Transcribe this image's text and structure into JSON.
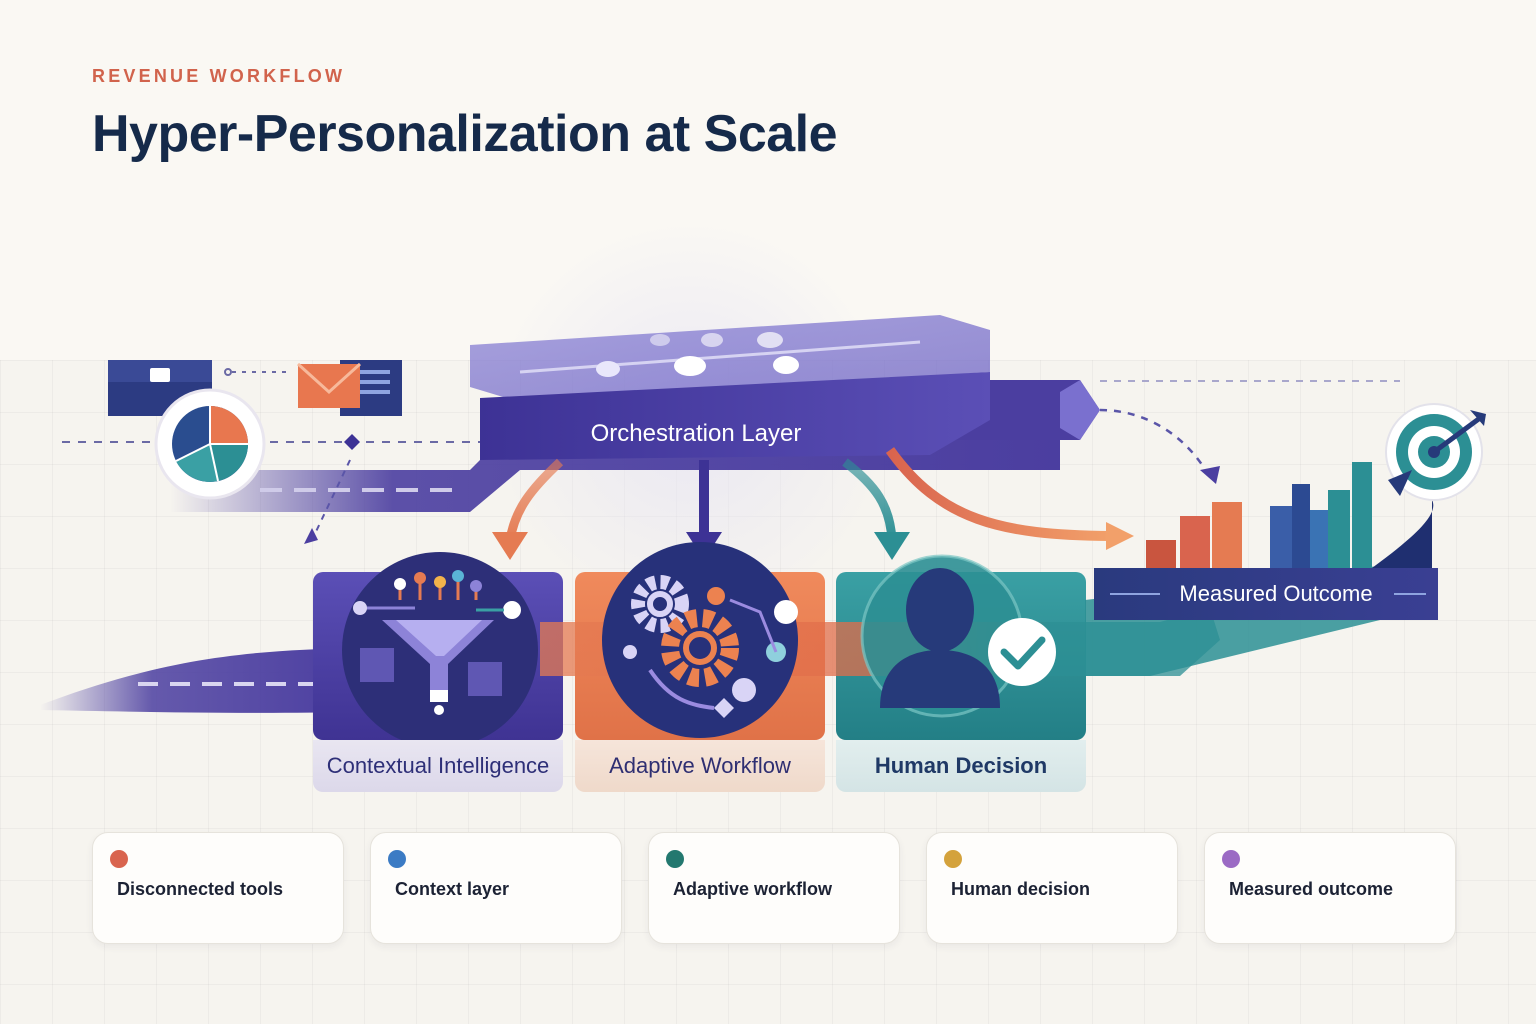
{
  "header": {
    "eyebrow": "REVENUE WORKFLOW",
    "title": "Hyper-Personalization at Scale"
  },
  "diagram": {
    "hub_label": "Orchestration Layer",
    "stages": [
      {
        "label": "Contextual Intelligence",
        "icon": "funnel-icon",
        "color": "#4b3ea0"
      },
      {
        "label": "Adaptive Workflow",
        "icon": "gears-icon",
        "color": "#e57b52"
      },
      {
        "label": "Human Decision",
        "icon": "person-check-icon",
        "color": "#2c8f94"
      }
    ],
    "outcome_label": "Measured Outcome",
    "outcome_icons": [
      "bar-chart-icon",
      "target-icon"
    ],
    "source_icons": [
      "briefcase-icon",
      "pie-chart-icon",
      "envelope-icon",
      "document-icon"
    ]
  },
  "legend": {
    "items": [
      {
        "label": "Disconnected tools",
        "color": "#d9644e"
      },
      {
        "label": "Context layer",
        "color": "#3b7bc4"
      },
      {
        "label": "Adaptive workflow",
        "color": "#23786f"
      },
      {
        "label": "Human decision",
        "color": "#d4a23c"
      },
      {
        "label": "Measured outcome",
        "color": "#9b6ac4"
      }
    ]
  },
  "colors": {
    "navy": "#152a4a",
    "purple": "#4b3ea0",
    "orange": "#e57b52",
    "teal": "#2c8f94",
    "coral": "#d1634c"
  }
}
